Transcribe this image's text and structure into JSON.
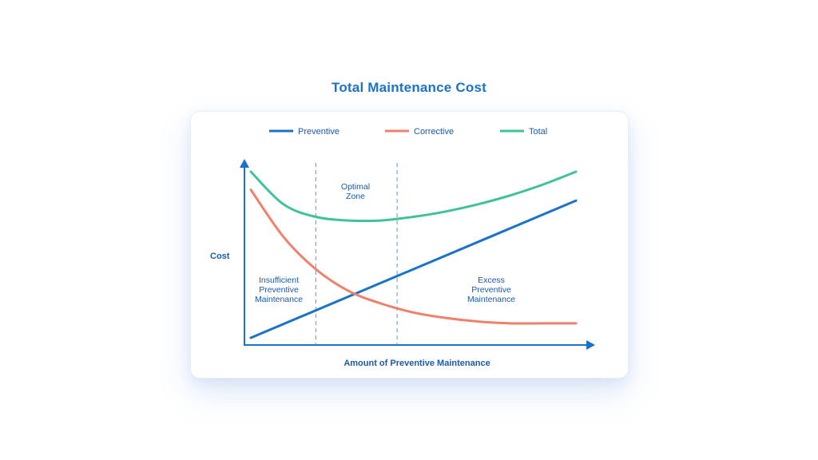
{
  "chart_data": {
    "type": "line",
    "title": "Total Maintenance Cost",
    "xlabel": "Amount of Preventive Maintenance",
    "ylabel": "Cost",
    "xlim": [
      0,
      1
    ],
    "ylim": [
      0,
      1
    ],
    "legend_position": "top",
    "grid": false,
    "series": [
      {
        "name": "Preventive",
        "color": "#1a73c8",
        "x": [
          0,
          1
        ],
        "y": [
          0.04,
          0.8
        ]
      },
      {
        "name": "Corrective",
        "color": "#f0806a",
        "x": [
          0,
          0.1,
          0.2,
          0.3,
          0.4,
          0.5,
          0.6,
          0.7,
          0.8,
          0.9,
          1.0
        ],
        "y": [
          0.86,
          0.6,
          0.42,
          0.3,
          0.23,
          0.18,
          0.15,
          0.13,
          0.12,
          0.12,
          0.12
        ]
      },
      {
        "name": "Total",
        "color": "#3fc29a",
        "x": [
          0,
          0.1,
          0.2,
          0.3,
          0.4,
          0.5,
          0.6,
          0.7,
          0.8,
          0.9,
          1.0
        ],
        "y": [
          0.96,
          0.78,
          0.71,
          0.69,
          0.69,
          0.71,
          0.74,
          0.78,
          0.83,
          0.89,
          0.96
        ]
      }
    ],
    "zone_boundaries_x": [
      0.2,
      0.45
    ],
    "annotations": [
      {
        "lines": [
          "Optimal",
          "Zone"
        ]
      },
      {
        "lines": [
          "Insufficient",
          "Preventive",
          "Maintenance"
        ]
      },
      {
        "lines": [
          "Excess",
          "Preventive",
          "Maintenance"
        ]
      }
    ]
  }
}
